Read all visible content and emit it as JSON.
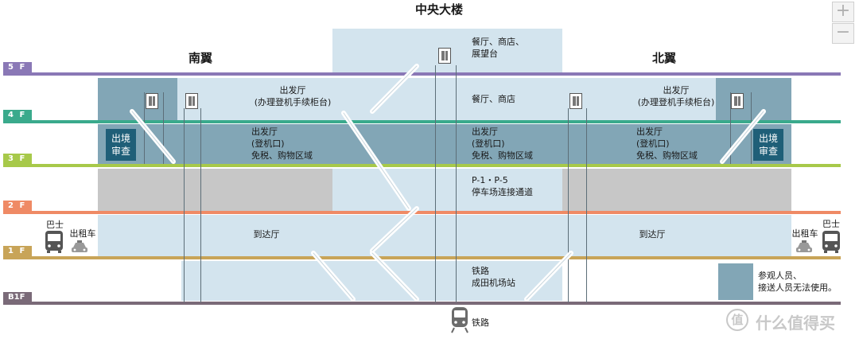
{
  "title": "中央大楼",
  "wings": {
    "south": "南翼",
    "north": "北翼"
  },
  "floors": [
    {
      "id": "5F",
      "label": "5 F",
      "color": "#8a78b6"
    },
    {
      "id": "4F",
      "label": "4 F",
      "color": "#3aaa8c"
    },
    {
      "id": "3F",
      "label": "3 F",
      "color": "#a7c94a"
    },
    {
      "id": "2F",
      "label": "2 F",
      "color": "#ef8a65"
    },
    {
      "id": "1F",
      "label": "1 F",
      "color": "#c8a458"
    },
    {
      "id": "B1F",
      "label": "B1F",
      "color": "#7a6a78"
    }
  ],
  "central": {
    "f5": "餐厅、商店、\n展望台",
    "f4": "餐厅、商店",
    "f3": "出发厅\n(登机口)\n免税、购物区域",
    "f2": "P-1・P-5\n停车场连接通道",
    "b1": "铁路\n成田机场站"
  },
  "south": {
    "f4": "出发厅\n(办理登机手续柜台)",
    "f3": "出发厅\n(登机口)\n免税、购物区域",
    "f1": "到达厅",
    "exit": "出境\n审查",
    "bus": "巴士",
    "taxi": "出租车"
  },
  "north": {
    "f4": "出发厅\n(办理登机手续柜台)",
    "f3": "出发厅\n(登机口)\n免税、购物区域",
    "f1": "到达厅",
    "exit": "出境\n审查",
    "bus": "巴士",
    "taxi": "出租车"
  },
  "rail_label": "铁路",
  "legend": "参观人员、\n接送人员无法使用。",
  "zoom": {
    "in": "+",
    "out": "−"
  },
  "watermark": "什么值得买",
  "watermark_mark": "值",
  "colors": {
    "light": "#d3e4ee",
    "steel": "#82a6b6",
    "grey": "#c7c7c7",
    "exit": "#1f5f78"
  }
}
